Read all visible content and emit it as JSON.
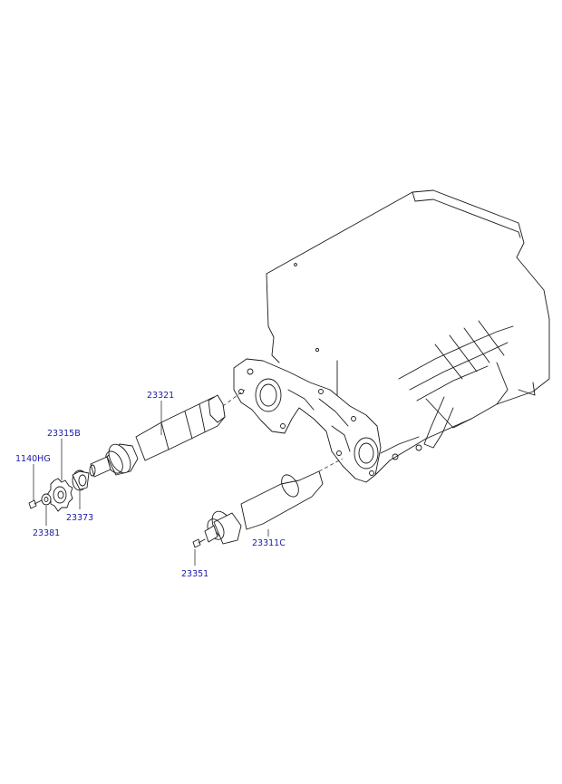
{
  "diagram": {
    "callout_color": "#1a1aa6",
    "parts": [
      {
        "id": "p23321",
        "number": "23321"
      },
      {
        "id": "p23315B",
        "number": "23315B"
      },
      {
        "id": "p1140HG",
        "number": "1140HG"
      },
      {
        "id": "p23373",
        "number": "23373"
      },
      {
        "id": "p23381",
        "number": "23381"
      },
      {
        "id": "p23311C",
        "number": "23311C"
      },
      {
        "id": "p23351",
        "number": "23351"
      }
    ]
  }
}
